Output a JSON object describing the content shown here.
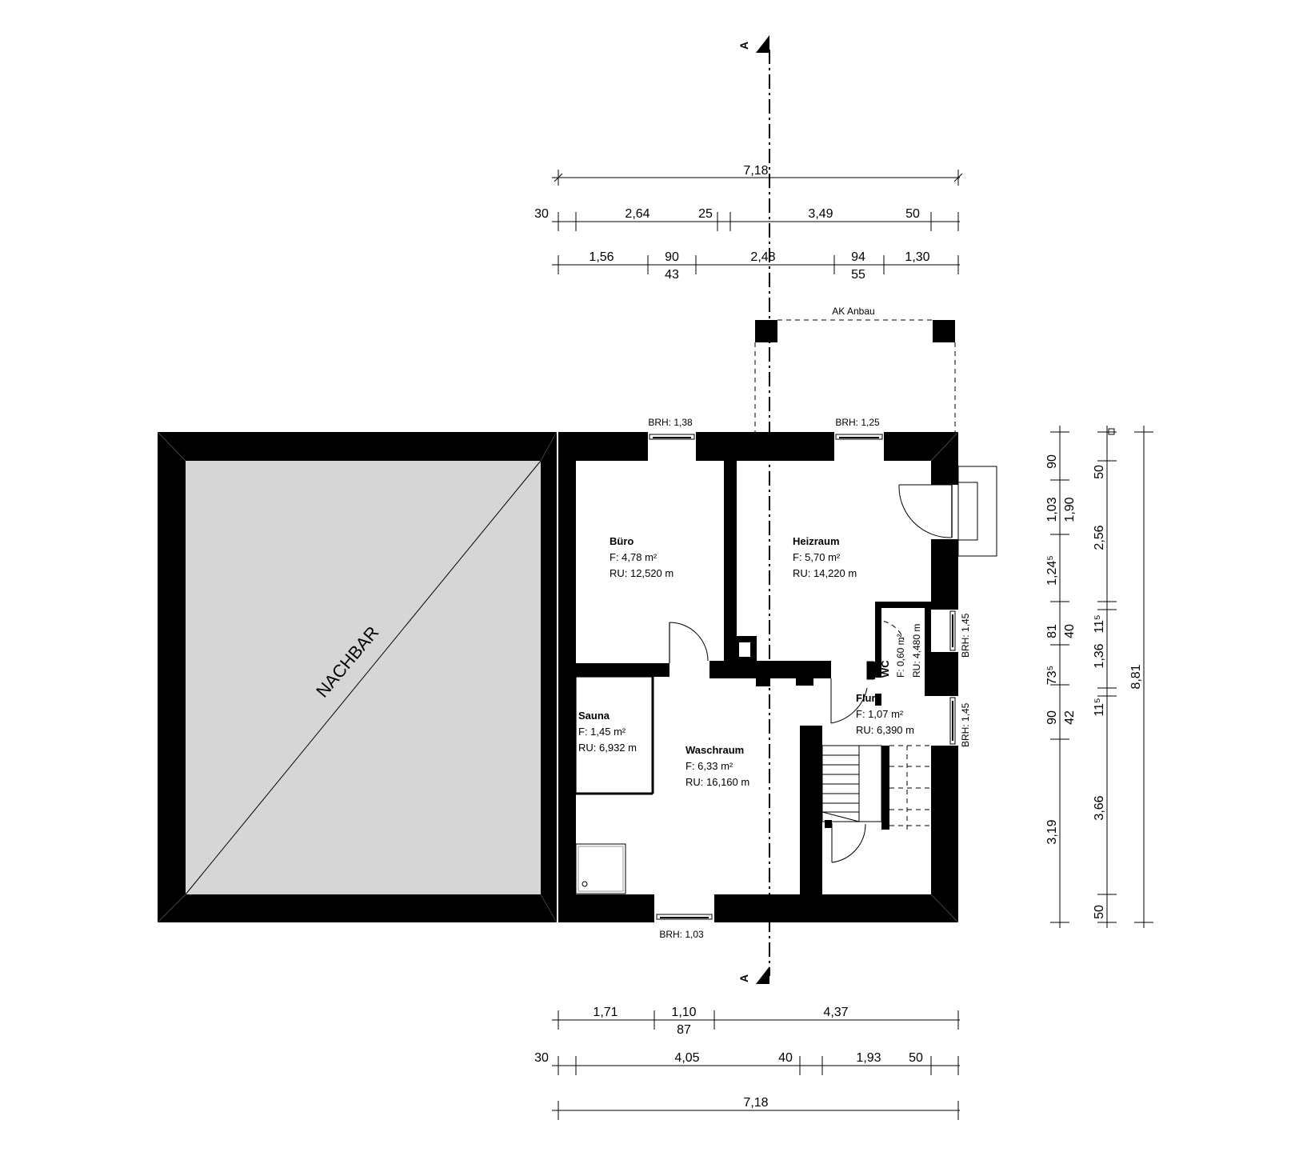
{
  "rooms": {
    "buero": {
      "name": "Büro",
      "area": "F: 4,78 m²",
      "perimeter": "RU: 12,520 m"
    },
    "heizraum": {
      "name": "Heizraum",
      "area": "F: 5,70 m²",
      "perimeter": "RU: 14,220 m"
    },
    "sauna": {
      "name": "Sauna",
      "area": "F: 1,45 m²",
      "perimeter": "RU: 6,932 m"
    },
    "waschraum": {
      "name": "Waschraum",
      "area": "F: 6,33 m²",
      "perimeter": "RU: 16,160 m"
    },
    "flur": {
      "name": "Flur",
      "area": "F: 1,07 m²",
      "perimeter": "RU: 6,390 m"
    },
    "wc": {
      "name": "WC",
      "area": "F: 0,60 m²",
      "perimeter": "RU: 4,480 m"
    }
  },
  "neighbor_label": "NACHBAR",
  "annex_label": "AK Anbau",
  "section_mark": "A",
  "sill_heights": {
    "north_left": "BRH: 1,38",
    "north_right": "BRH: 1,25",
    "south": "BRH: 1,03",
    "east_upper": "BRH: 1,45",
    "east_lower": "BRH: 1,45"
  },
  "dims_top": {
    "total": "7,18",
    "row2": [
      "30",
      "2,64",
      "25",
      "3,49",
      "50"
    ],
    "row3_upper": [
      "1,56",
      "90",
      "2,48",
      "94",
      "1,30"
    ],
    "row3_lower": [
      "43",
      "55"
    ]
  },
  "dims_bottom": {
    "row1": [
      "1,71",
      "1,10",
      "4,37"
    ],
    "row1_lower": [
      "87"
    ],
    "row2": [
      "30",
      "4,05",
      "40",
      "1,93",
      "50"
    ],
    "total": "7,18"
  },
  "dims_right": {
    "col1": [
      "90",
      "1,03",
      "1,24⁵",
      "81",
      "73⁵",
      "90",
      "3,19"
    ],
    "col1_b": [
      "40",
      "42"
    ],
    "col2": [
      "50",
      "1,90",
      "2,56",
      "11⁵",
      "1,36",
      "11⁵",
      "3,66",
      "50"
    ],
    "total": "8,81"
  }
}
